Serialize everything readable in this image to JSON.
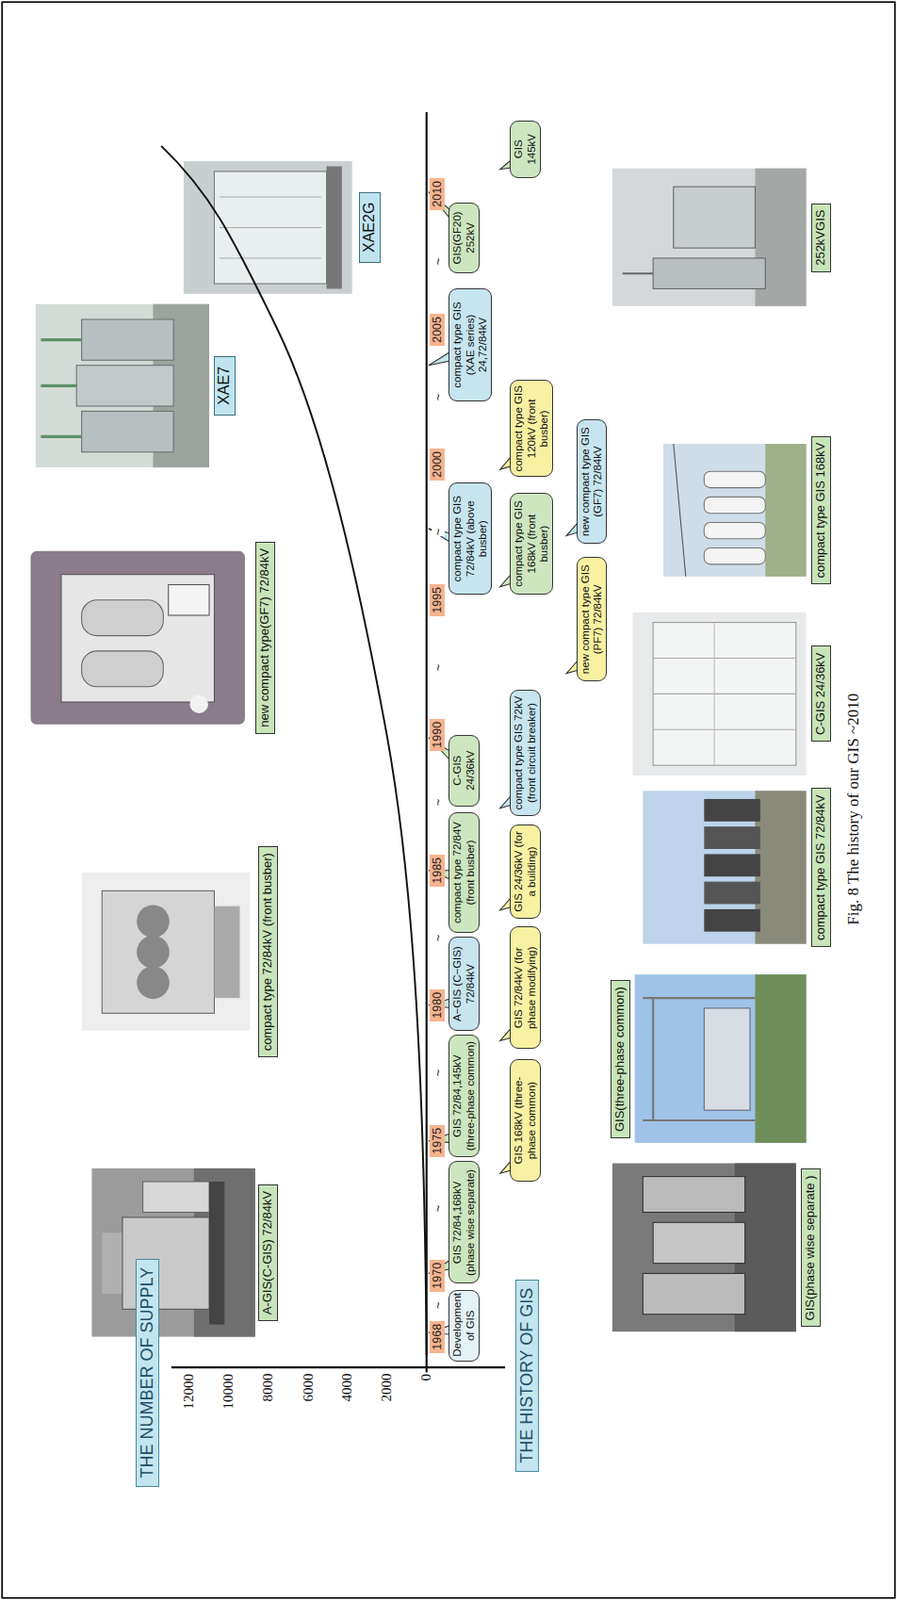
{
  "diagram": {
    "caption": "Fig. 8  The history of our GIS ~2010",
    "nodes": [
      {
        "text": [
          "THE NUMBER OF SUPPLY"
        ]
      },
      {
        "text": [
          "THE HISTORY OF GIS"
        ]
      },
      {
        "text": [
          "A-GIS(C-GIS) 72/84kV"
        ]
      },
      {
        "text": [
          "compact type 72/84kV (front busber)"
        ]
      },
      {
        "text": [
          "new compact type(GF7) 72/84kV"
        ]
      },
      {
        "text": [
          "XAE7"
        ]
      },
      {
        "text": [
          "XAE2G"
        ]
      },
      {
        "text": [
          "1968"
        ]
      },
      {
        "text": [
          "1970"
        ]
      },
      {
        "text": [
          "1975"
        ]
      },
      {
        "text": [
          "1980"
        ]
      },
      {
        "text": [
          "1985"
        ]
      },
      {
        "text": [
          "1990"
        ]
      },
      {
        "text": [
          "1995"
        ]
      },
      {
        "text": [
          "2000"
        ]
      },
      {
        "text": [
          "2005"
        ]
      },
      {
        "text": [
          "2010"
        ]
      },
      {
        "text": [
          "Development of GIS"
        ]
      },
      {
        "text": [
          "GIS 72/84,168kV (phase wise separate)"
        ]
      },
      {
        "text": [
          "GIS 72/84,145kV (three-phase common)"
        ]
      },
      {
        "text": [
          "GIS 168kV (three-phase common)"
        ]
      },
      {
        "text": [
          "A−GIS (C−GIS) 72/84kV"
        ]
      },
      {
        "text": [
          "GIS 72/84kV (for phase modifying)"
        ]
      },
      {
        "text": [
          "compact type 72/84V (front busber)"
        ]
      },
      {
        "text": [
          "GIS 24/36kV (for a building)"
        ]
      },
      {
        "text": [
          "C-GIS 24/36kV"
        ]
      },
      {
        "text": [
          "compact type GIS 72kV (front circuit breaker)"
        ]
      },
      {
        "text": [
          "compact type GIS 72/84kV (above busber)"
        ]
      },
      {
        "text": [
          "compact type GIS 168kV (front busber)"
        ]
      },
      {
        "text": [
          "new compact type GIS (PF7) 72/84kV"
        ]
      },
      {
        "text": [
          "compact type GIS (XAE series) 24,72/84kV"
        ]
      },
      {
        "text": [
          "compact type GIS 120kV (front busber)"
        ]
      },
      {
        "text": [
          "new compact type GIS (GF7) 72/84kV"
        ]
      },
      {
        "text": [
          "GIS(GF20) 252kV"
        ]
      },
      {
        "text": [
          "GIS 145kV"
        ]
      },
      {
        "text": [
          "GIS(phase wise separate )"
        ]
      },
      {
        "text": [
          "GIS(three-phase common)"
        ]
      },
      {
        "text": [
          "compact type GIS 72/84kV"
        ]
      },
      {
        "text": [
          "C-GIS 24/36kV"
        ]
      },
      {
        "text": [
          "compact type GIS 168kV"
        ]
      },
      {
        "text": [
          "252kVGIS"
        ]
      }
    ],
    "labels": [
      "12000",
      "10000",
      "8000",
      "6000",
      "4000",
      "2000",
      "0",
      "~",
      "~",
      "~",
      "~",
      "~",
      "~",
      "~",
      "~",
      "~"
    ]
  }
}
